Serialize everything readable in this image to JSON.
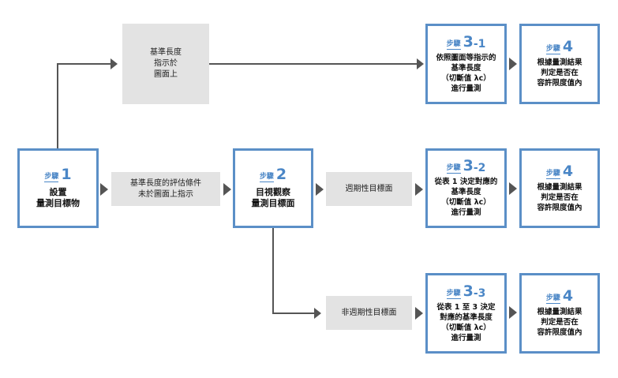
{
  "step_word": "步驟",
  "step1": {
    "num": "1",
    "text": "設置\n量測目標物"
  },
  "step2": {
    "num": "2",
    "text": "目視觀察\n量測目標面"
  },
  "step3_1": {
    "num": "3",
    "sub": "-1",
    "text": "依照圖面等指示的\n基準長度\n（切斷值 λc）\n進行量測"
  },
  "step3_2": {
    "num": "3",
    "sub": "-2",
    "text": "從表 1 決定對應的\n基準長度\n（切斷值 λc）\n進行量測"
  },
  "step3_3": {
    "num": "3",
    "sub": "-3",
    "text": "從表 1 至 3 決定\n對應的基準長度\n（切斷值 λc）\n進行量測"
  },
  "step4": {
    "num": "4",
    "text": "根據量測結果\n判定是否在\n容許限度值內"
  },
  "cond_top": "基準長度\n指示於\n圖面上",
  "cond_mid": "基準長度的評估條件\n未於圖面上指示",
  "cond_periodic": "週期性目標面",
  "cond_nonperiodic": "非週期性目標面"
}
